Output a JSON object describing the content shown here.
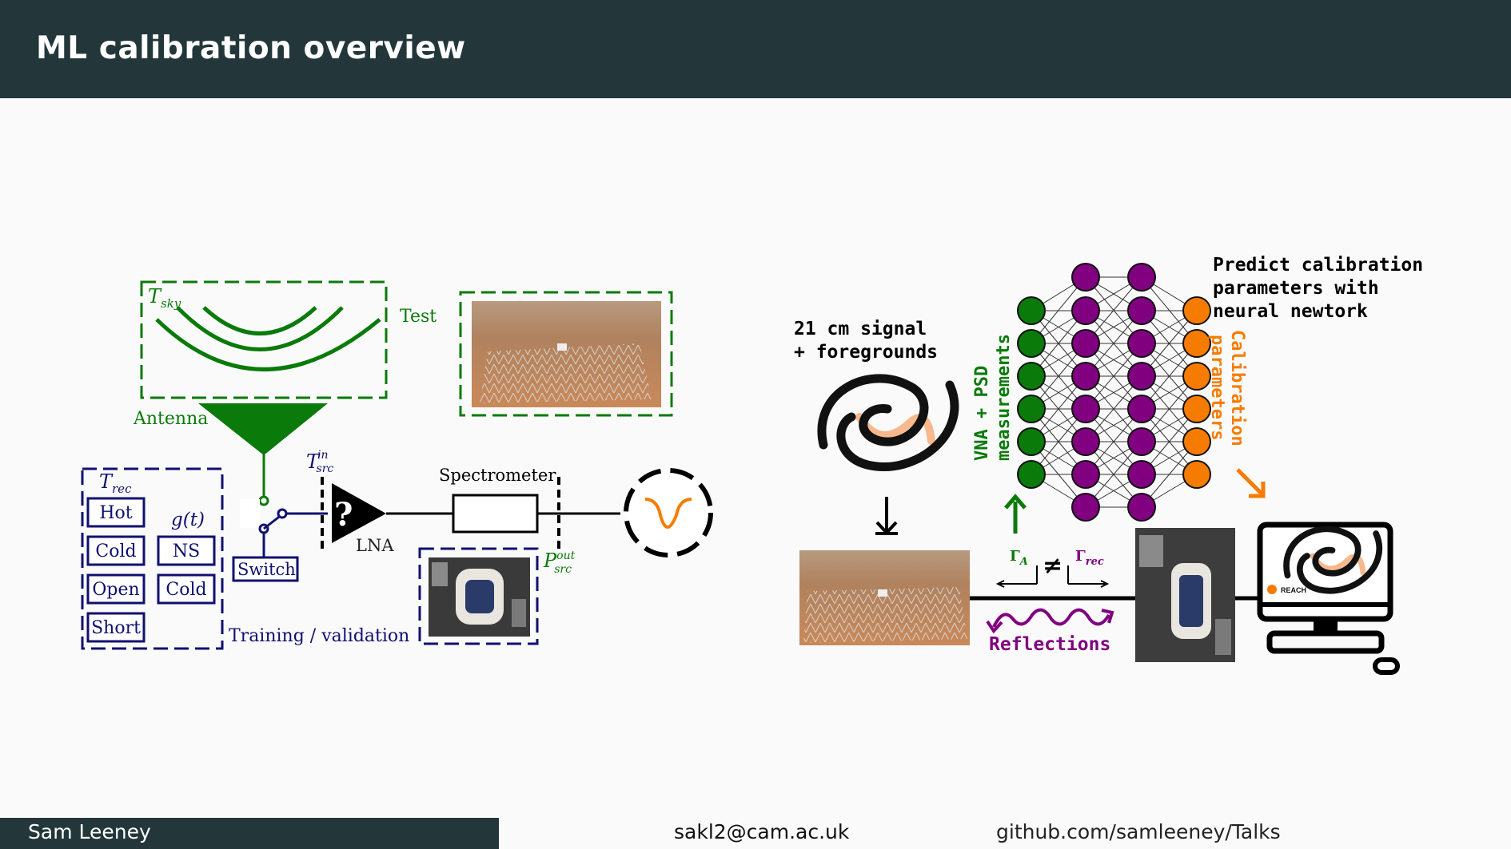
{
  "title": "ML calibration overview",
  "footer": {
    "author": "Sam Leeney",
    "email": "sakl2@cam.ac.uk",
    "link": "github.com/samleeney/Talks"
  },
  "left_diagram": {
    "t_sky": "T",
    "t_sky_sub": "sky",
    "test_label": "Test",
    "antenna_label": "Antenna",
    "t_src_in": "T",
    "t_src_in_sup": "in",
    "t_src_in_sub": "src",
    "t_rec": "T",
    "t_rec_sub": "rec",
    "sources_col1": [
      "Hot",
      "Cold",
      "Open",
      "Short"
    ],
    "gain_label": "g(t)",
    "sources_col2": [
      "NS",
      "Cold"
    ],
    "switch_label": "Switch",
    "lna_symbol": "?",
    "lna_label": "LNA",
    "spectrometer_label": "Spectrometer",
    "p_src_out": "P",
    "p_src_out_sup": "out",
    "p_src_out_sub": "src",
    "training_label": "Training / validation"
  },
  "right_diagram": {
    "signal_label_1": "21 cm signal",
    "signal_label_2": "+ foregrounds",
    "predict_label_1": "Predict calibration",
    "predict_label_2": "parameters with",
    "predict_label_3": "neural newtork",
    "input_label_1": "VNA + PSD",
    "input_label_2": "measurements",
    "output_label_1": "Calibration",
    "output_label_2": "parameters",
    "gamma_a": "Γ",
    "gamma_a_sub": "A",
    "neq": "≠",
    "gamma_rec": "Γ",
    "gamma_rec_sub": "rec",
    "reflections_label": "Reflections",
    "reach_label": "REACH"
  },
  "colors": {
    "header_bg": "#23373b",
    "green": "#0a7a0a",
    "navy": "#101070",
    "purple": "#800080",
    "orange": "#f57c00"
  }
}
